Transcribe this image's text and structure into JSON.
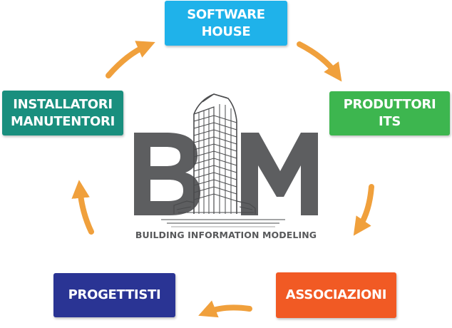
{
  "diagram": {
    "nodes": [
      {
        "id": "software-house",
        "label": "SOFTWARE\nHOUSE",
        "color": "#1fb2ea"
      },
      {
        "id": "produttori-its",
        "label": "PRODUTTORI\nITS",
        "color": "#3db64f"
      },
      {
        "id": "associazioni",
        "label": "ASSOCIAZIONI",
        "color": "#f15a24"
      },
      {
        "id": "progettisti",
        "label": "PROGETTISTI",
        "color": "#2a3494"
      },
      {
        "id": "installatori-manutentori",
        "label": "INSTALLATORI\nMANUTENTORI",
        "color": "#198f7e"
      }
    ],
    "arrow_color": "#f0a03c",
    "edges": [
      {
        "from": "software-house",
        "to": "produttori-its"
      },
      {
        "from": "produttori-its",
        "to": "associazioni"
      },
      {
        "from": "associazioni",
        "to": "progettisti"
      },
      {
        "from": "progettisti",
        "to": "installatori-manutentori"
      },
      {
        "from": "installatori-manutentori",
        "to": "software-house"
      }
    ],
    "center_logo": {
      "letters": "BIM",
      "tagline": "BUILDING INFORMATION MODELING",
      "letter_color": "#5d5e60",
      "illustration": "skyscraper-sketch"
    }
  }
}
